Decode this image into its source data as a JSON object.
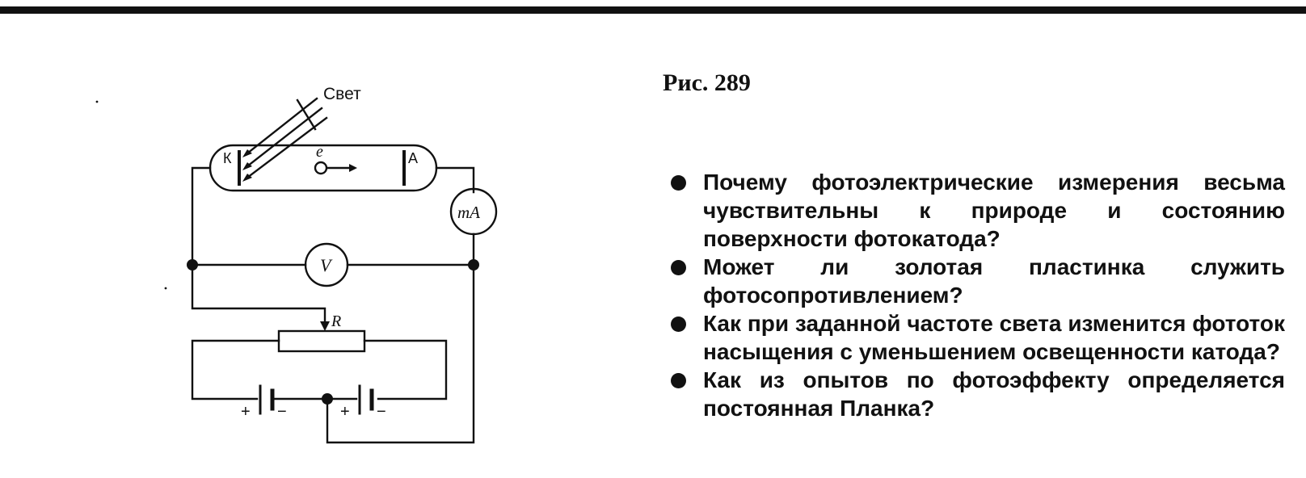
{
  "figure": {
    "caption": "Рис. 289",
    "labels": {
      "light": "Свет",
      "cathode": "К",
      "anode": "А",
      "electron": "e",
      "milliammeter": "mA",
      "voltmeter": "V",
      "rheostat": "R",
      "battery1_plus": "+",
      "battery1_minus": "−",
      "battery2_plus": "+",
      "battery2_minus": "−"
    }
  },
  "questions": [
    {
      "text": "Почему фотоэлектрические измерения весьма чувствительны к природе и состоянию поверхности фотокатода?"
    },
    {
      "text": "Может ли золотая пластинка служить фотосопротивлением?"
    },
    {
      "text": "Как при заданной частоте света изменится фототок насыщения с уменьшением освещенности катода?"
    },
    {
      "text": "Как из опытов по фотоэффекту определяется постоянная Планка?"
    }
  ]
}
